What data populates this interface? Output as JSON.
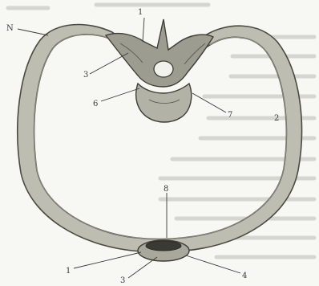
{
  "figure": {
    "labels": {
      "top_left": "N",
      "top": "1",
      "upper_left": "3",
      "left_mid": "6",
      "right_mid": "7",
      "right_edge": "2",
      "center": "8",
      "bottom_left": "1",
      "bottom_mid": "3",
      "bottom_right": "4"
    }
  }
}
